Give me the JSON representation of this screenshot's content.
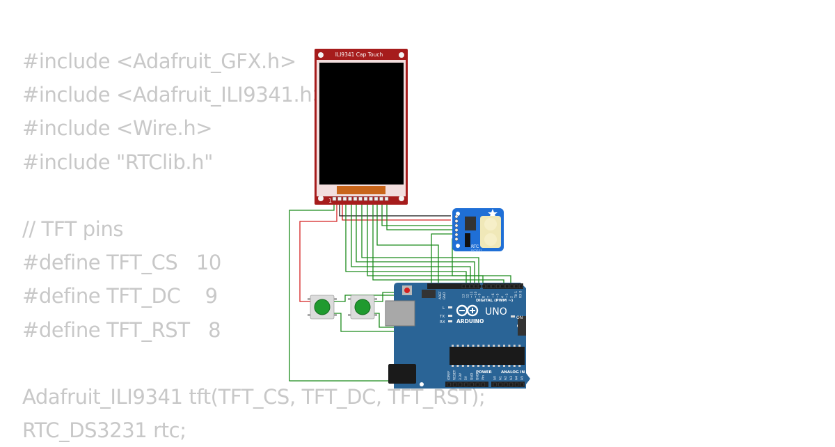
{
  "code_lines": [
    "#include <Adafruit_GFX.h>",
    "#include <Adafruit_ILI9341.h>",
    "#include <Wire.h>",
    "#include \"RTClib.h\"",
    "",
    "// TFT pins",
    "#define TFT_CS   10",
    "#define TFT_DC    9",
    "#define TFT_RST   8",
    "",
    "Adafruit_ILI9341 tft(TFT_CS, TFT_DC, TFT_RST);",
    "RTC_DS3231 rtc;"
  ],
  "display": {
    "label": "ILI9341 Cap Touch",
    "pin_one": "1"
  },
  "rtc": {
    "label": "RTC",
    "sublabel": "DS3231"
  },
  "arduino": {
    "brand": "ARDUINO",
    "model": "UNO",
    "digital_label": "DIGITAL (PWM ~)",
    "power_label": "POWER",
    "analog_label": "ANALOG IN",
    "on_label": "ON",
    "l_label": "L",
    "tx_label": "TX",
    "rx_label": "RX",
    "aref_label": "AREF",
    "gnd_label": "GND",
    "digital_pins": [
      "13",
      "12",
      "~11",
      "~10",
      "~9",
      "8",
      "7",
      "~6",
      "~5",
      "4",
      "~3",
      "2",
      "TX 1",
      "RX 0"
    ],
    "power_pins": [
      "IOREF",
      "RESET",
      "3.3V",
      "5V",
      "GND",
      "GND",
      "Vin"
    ],
    "analog_pins": [
      "A0",
      "A1",
      "A2",
      "A3",
      "A4",
      "A5"
    ]
  },
  "colors": {
    "display_board": "#a61c1c",
    "rtc_board": "#1f6fd6",
    "arduino_board": "#2a6496",
    "wire_green": "#1a8a1a",
    "wire_red": "#d42020",
    "wire_black": "#111111",
    "button_cap": "#1f9a2f"
  },
  "icons": [
    "push-button",
    "usb-port",
    "power-jack",
    "reset-button",
    "infinity-logo"
  ]
}
